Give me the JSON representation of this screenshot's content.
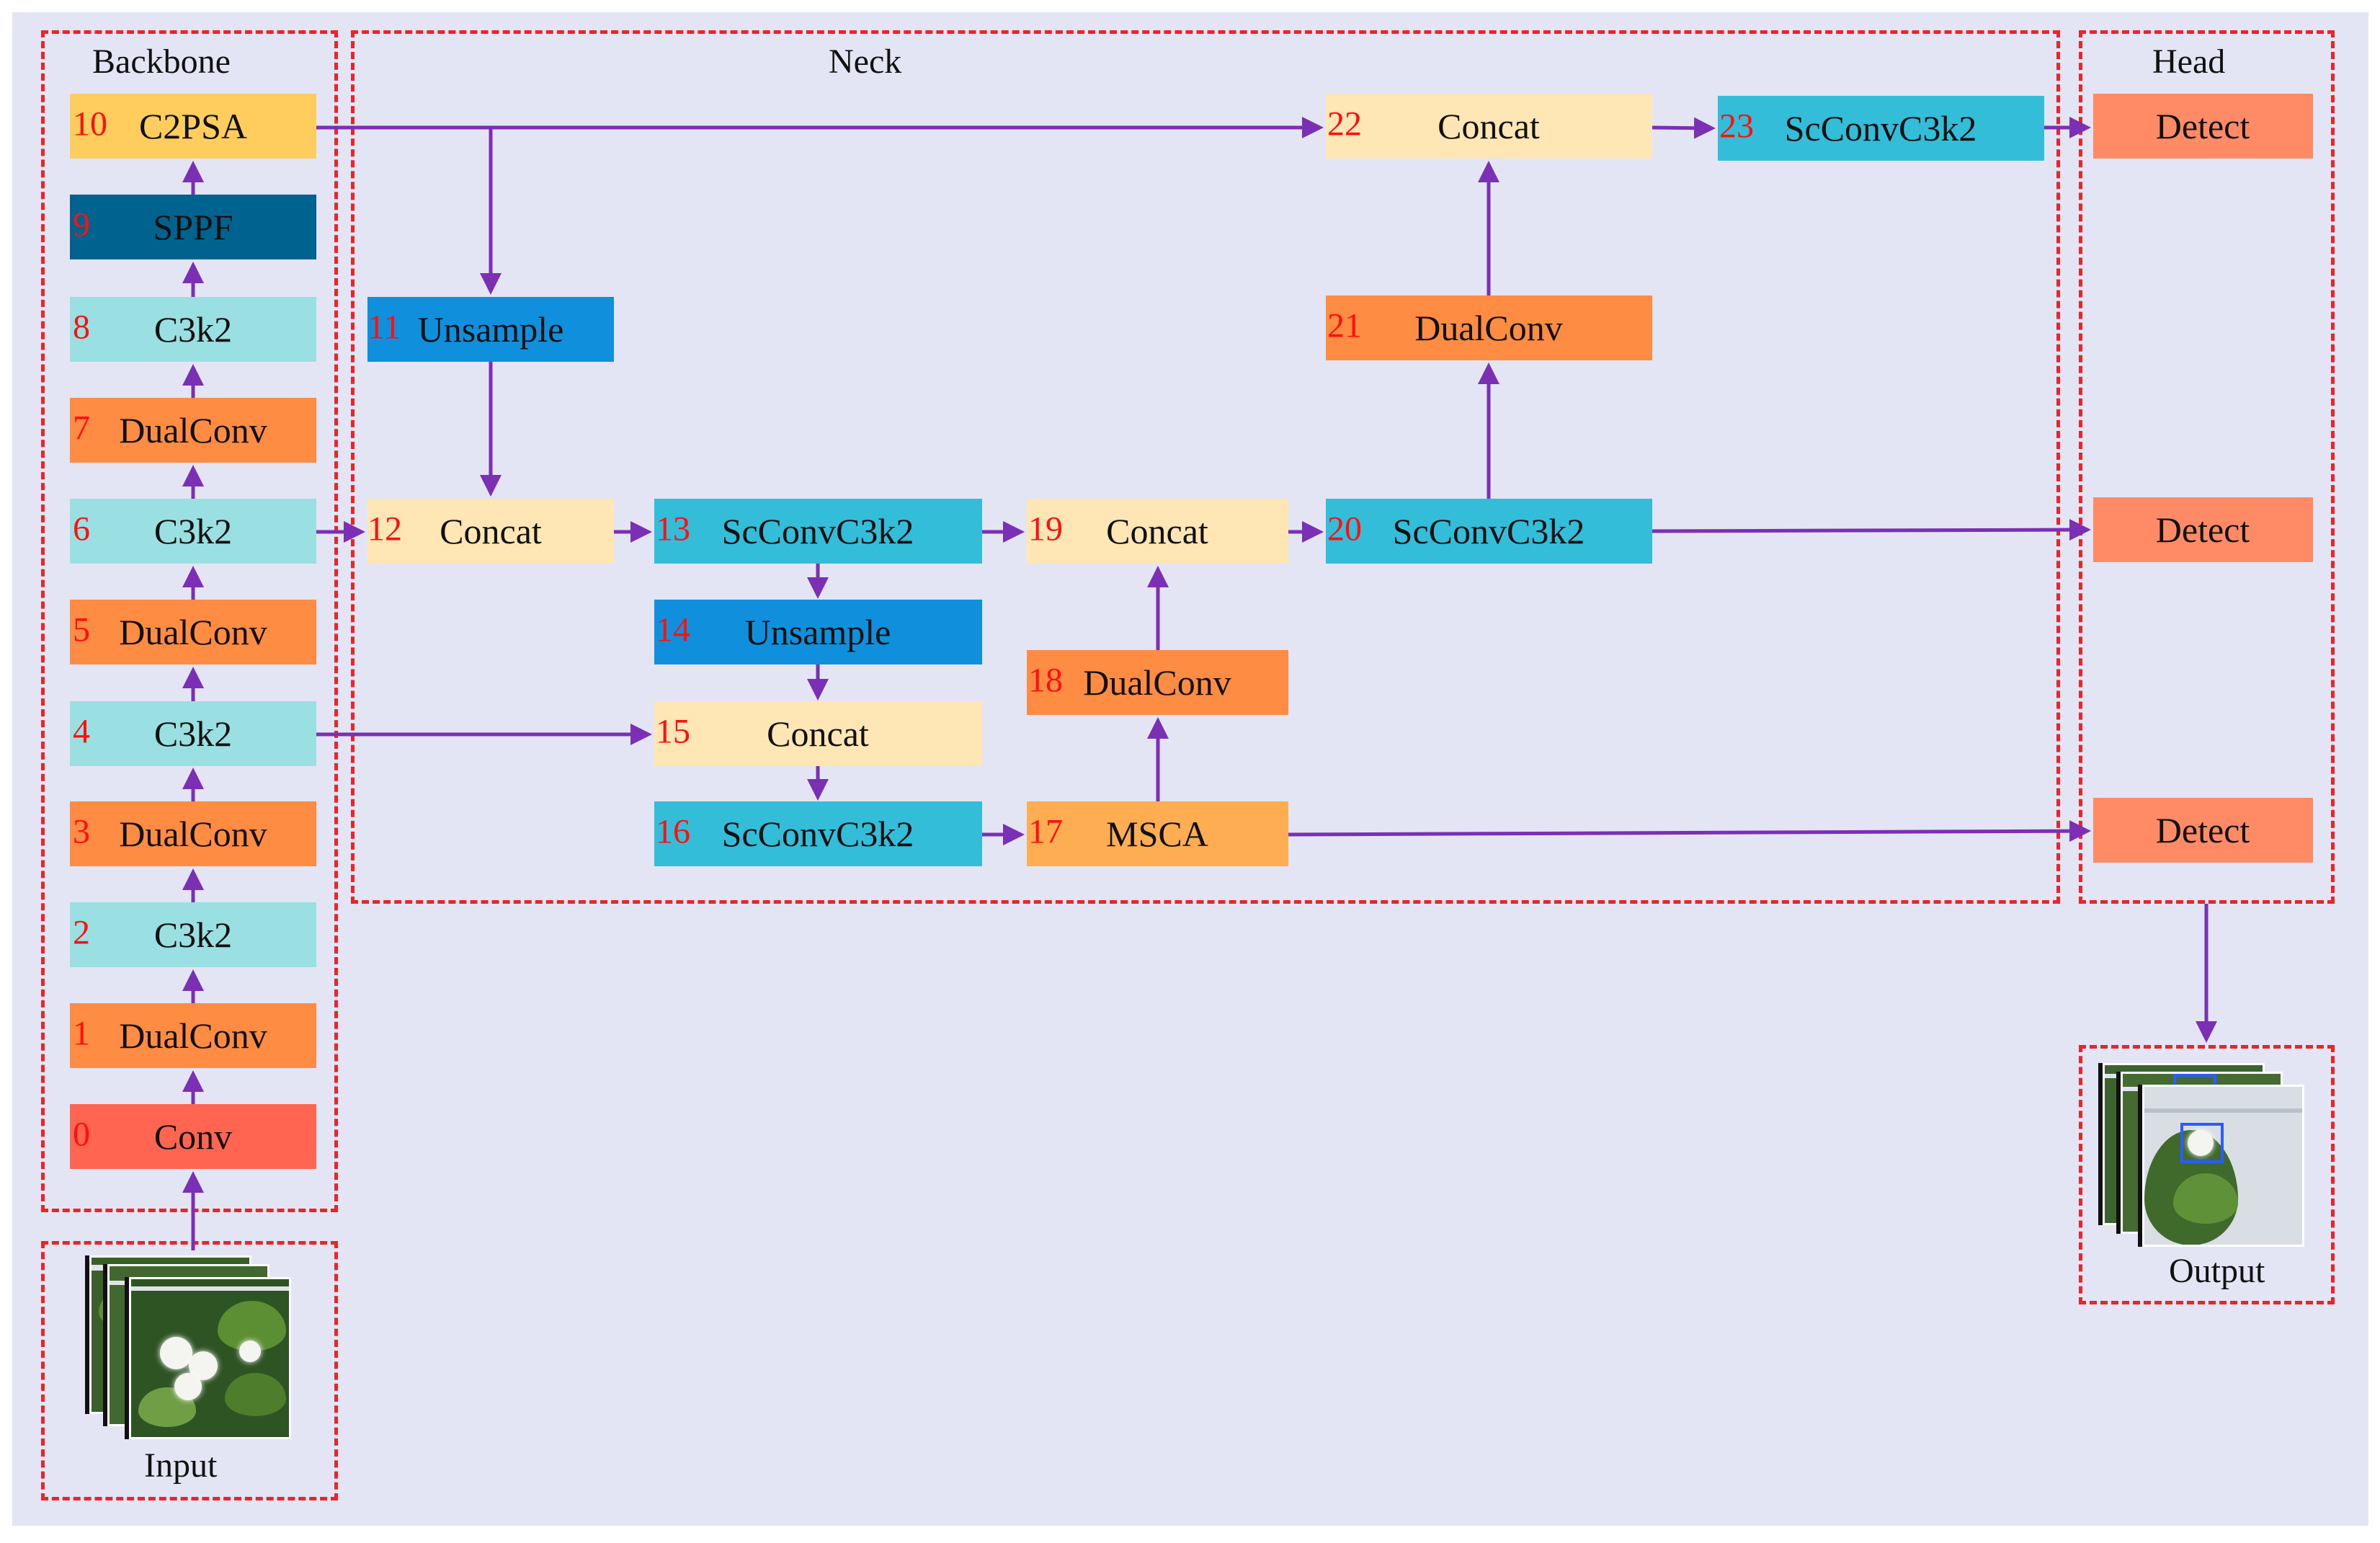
{
  "regions": {
    "backbone": "Backbone",
    "neck": "Neck",
    "head": "Head",
    "input": "Input",
    "output": "Output"
  },
  "blocks": {
    "b0": {
      "num": "0",
      "label": "Conv"
    },
    "b1": {
      "num": "1",
      "label": "DualConv"
    },
    "b2": {
      "num": "2",
      "label": "C3k2"
    },
    "b3": {
      "num": "3",
      "label": "DualConv"
    },
    "b4": {
      "num": "4",
      "label": "C3k2"
    },
    "b5": {
      "num": "5",
      "label": "DualConv"
    },
    "b6": {
      "num": "6",
      "label": "C3k2"
    },
    "b7": {
      "num": "7",
      "label": "DualConv"
    },
    "b8": {
      "num": "8",
      "label": "C3k2"
    },
    "b9": {
      "num": "9",
      "label": "SPPF"
    },
    "b10": {
      "num": "10",
      "label": "C2PSA"
    },
    "b11": {
      "num": "11",
      "label": "Unsample"
    },
    "b12": {
      "num": "12",
      "label": "Concat"
    },
    "b13": {
      "num": "13",
      "label": "ScConvC3k2"
    },
    "b14": {
      "num": "14",
      "label": "Unsample"
    },
    "b15": {
      "num": "15",
      "label": "Concat"
    },
    "b16": {
      "num": "16",
      "label": "ScConvC3k2"
    },
    "b17": {
      "num": "17",
      "label": "MSCA"
    },
    "b18": {
      "num": "18",
      "label": "DualConv"
    },
    "b19": {
      "num": "19",
      "label": "Concat"
    },
    "b20": {
      "num": "20",
      "label": "ScConvC3k2"
    },
    "b21": {
      "num": "21",
      "label": "DualConv"
    },
    "b22": {
      "num": "22",
      "label": "Concat"
    },
    "b23": {
      "num": "23",
      "label": "ScConvC3k2"
    },
    "d1": {
      "label": "Detect"
    },
    "d2": {
      "label": "Detect"
    },
    "d3": {
      "label": "Detect"
    }
  },
  "colors": {
    "background": "#e3e5f4",
    "region_border": "#e8262a",
    "arrow": "#7b2fb5",
    "layer_number": "#ff1010",
    "conv": "#ff6550",
    "dualconv": "#ff8c42",
    "c3k2": "#9adfe2",
    "sppf": "#00628f",
    "c2psa": "#ffcd5e",
    "unsample": "#0f8fdc",
    "concat": "#ffe6b4",
    "scconvc3k2": "#33bdd9",
    "msca": "#ffad52",
    "detect": "#ff8a66"
  },
  "icons": {
    "input": "flower-photo-stack-icon",
    "output": "detection-photo-stack-icon"
  }
}
